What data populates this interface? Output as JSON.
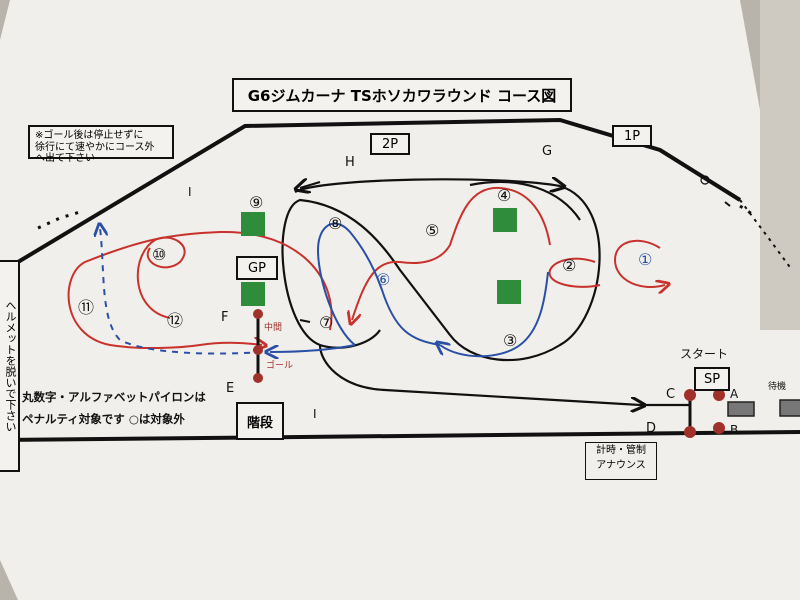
{
  "title": "G6ジムカーナ TSホソカワラウンド コース図",
  "note_lines": [
    "※ゴール後は停止せずに",
    "徐行にて速やかにコース外",
    "へ出て下さい"
  ],
  "helmet_notice": "ヘルメットを脱いで下さい",
  "penalty_lines": [
    "丸数字・アルファベットパイロンは",
    "ペナルティ対象です ○は対象外"
  ],
  "paddock_labels": {
    "p2": "2P",
    "p1": "1P"
  },
  "grid_post": "GP",
  "start_label": "スタート",
  "start_point": "SP",
  "midpoint_label": "中間",
  "goal_label": "ゴール",
  "stairs": "階段",
  "standby": "待機",
  "timing_lines": [
    "計時・管制",
    "アナウンス"
  ],
  "letters": {
    "A": "A",
    "B": "B",
    "C": "C",
    "D": "D",
    "E": "E",
    "F": "F",
    "G": "G",
    "H": "H",
    "I_top": "I",
    "I_bottom": "I"
  },
  "numbered_pylons": [
    "①",
    "②",
    "③",
    "④",
    "⑤",
    "⑥",
    "⑦",
    "⑧",
    "⑨",
    "⑩",
    "⑪",
    "⑫"
  ],
  "colors": {
    "red": "#c8322d",
    "blue": "#2a4fa6",
    "black": "#111111",
    "green": "#2f8c3a",
    "paper": "#f1efeb"
  }
}
